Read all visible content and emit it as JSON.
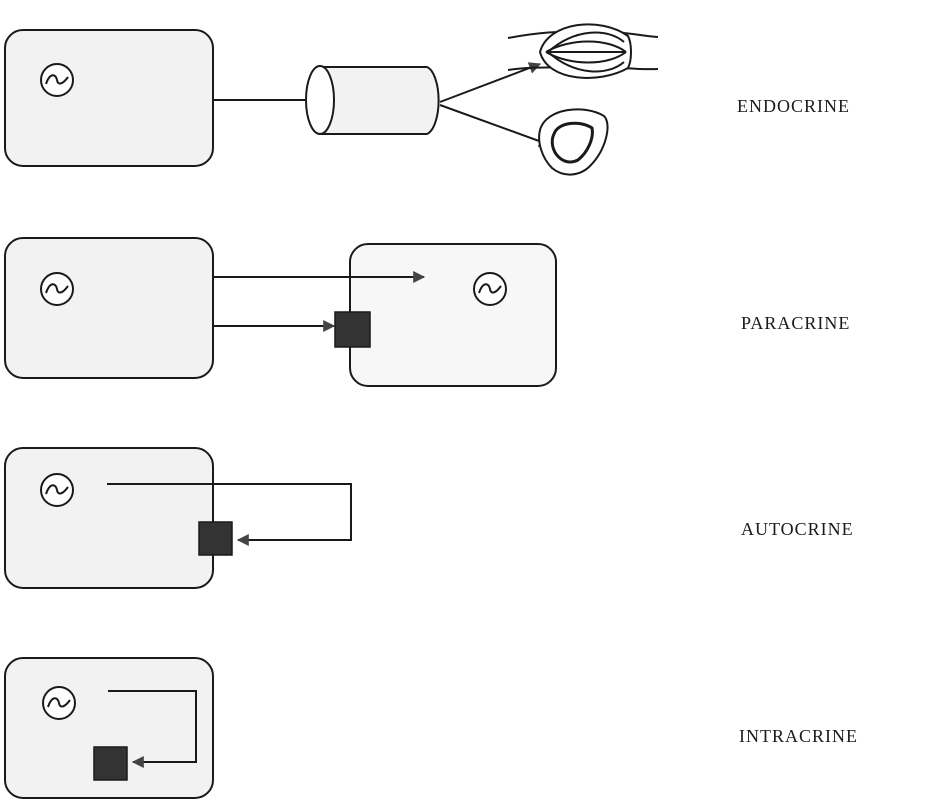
{
  "labels": {
    "endocrine": "ENDOCRINE",
    "paracrine": "PARACRINE",
    "autocrine": "AUTOCRINE",
    "intracrine": "INTRACRINE"
  },
  "colors": {
    "cell_fill": "#f2f2f2",
    "outline": "#1a1a1a",
    "receptor": "#333333"
  }
}
